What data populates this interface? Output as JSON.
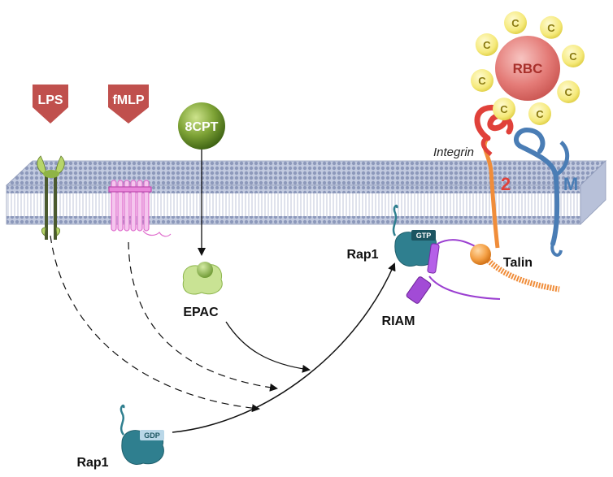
{
  "stimuli": {
    "lps": "LPS",
    "fmlp": "fMLP",
    "cpt": "8CPT"
  },
  "labels": {
    "epac": "EPAC",
    "rap1_membrane": "Rap1",
    "rap1_cytosol": "Rap1",
    "gtp": "GTP",
    "gdp": "GDP",
    "riam": "RIAM",
    "talin": "Talin",
    "integrin": "Integrin",
    "beta2": "2",
    "alpha_m": "M",
    "rbc": "RBC"
  },
  "complement_label": "C",
  "complement_count": 8,
  "colors": {
    "stimulus_red": "#c0504d",
    "cpt_green": "#6e9a2a",
    "rap1_teal": "#2f7f8f",
    "riam_purple": "#9b3fd1",
    "talin_orange": "#f39c3c",
    "beta_red": "#e0413a",
    "alpha_blue": "#4a7db5",
    "rbc_red": "#e4726f",
    "complement_yellow": "#f3e56a",
    "membrane_blue": "#aeb9d3",
    "tlr_green": "#6b8e3a",
    "fmlp_pink": "#e88fd9"
  }
}
